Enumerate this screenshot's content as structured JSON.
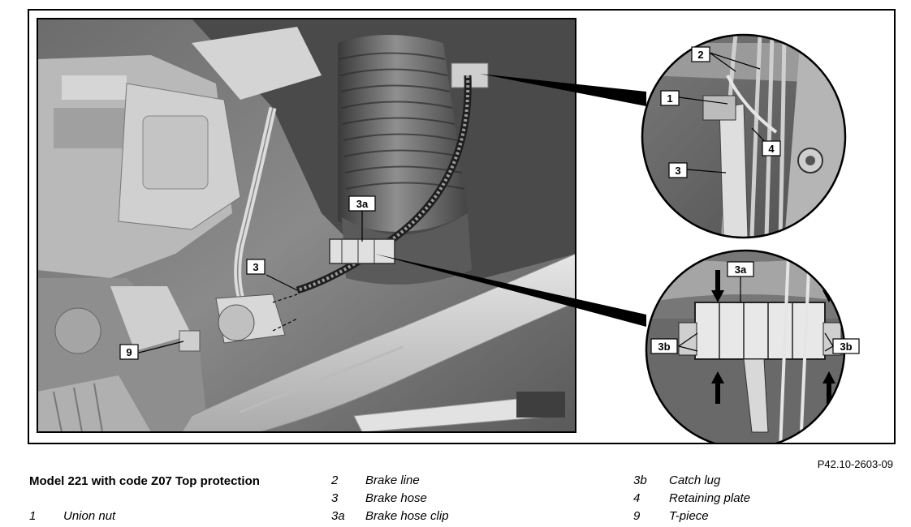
{
  "figure_ref": "P42.10-2603-09",
  "caption_title": "Model 221 with code Z07 Top protection",
  "callouts": {
    "c1": "1",
    "c2": "2",
    "c3": "3",
    "c3a": "3a",
    "c3b": "3b",
    "c4": "4",
    "c9": "9"
  },
  "legend": [
    {
      "num": "1",
      "label": "Union nut"
    },
    {
      "num": "2",
      "label": "Brake line"
    },
    {
      "num": "3",
      "label": "Brake hose"
    },
    {
      "num": "3a",
      "label": "Brake hose clip"
    },
    {
      "num": "3b",
      "label": "Catch lug"
    },
    {
      "num": "4",
      "label": "Retaining plate"
    },
    {
      "num": "9",
      "label": "T-piece"
    }
  ]
}
